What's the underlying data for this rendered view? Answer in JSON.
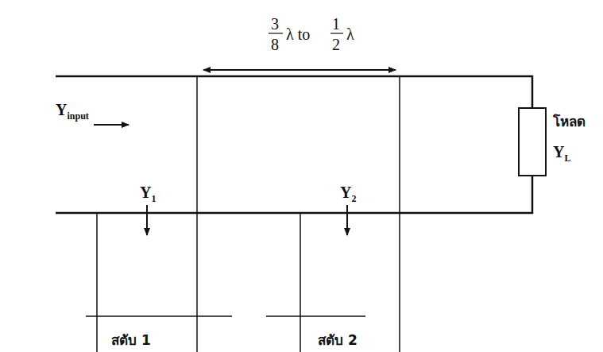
{
  "diagram": {
    "nodes": [
      {
        "text": [
          "โหลด",
          "YL"
        ]
      }
    ],
    "labels": [
      "3",
      "8",
      "λ to",
      "1",
      "2",
      "λ",
      "Yinput",
      "Y1",
      "Y2",
      "สตับ 1",
      "สตับ 2"
    ]
  }
}
